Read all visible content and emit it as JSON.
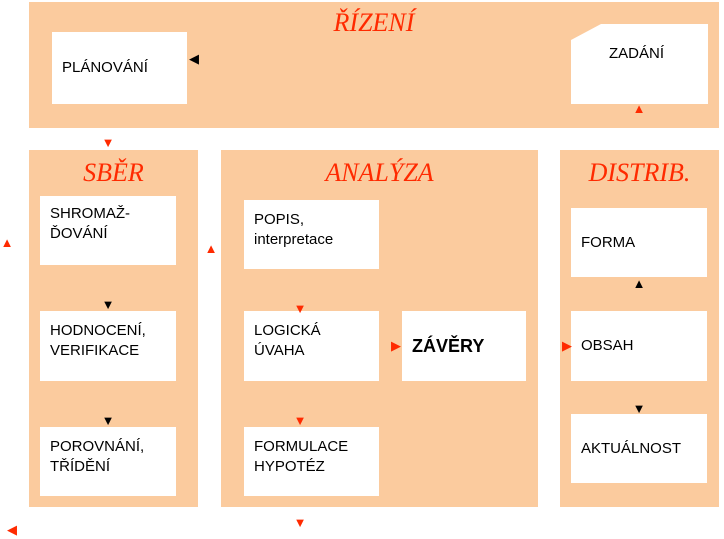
{
  "panels": {
    "rizeni": "ŘÍZENÍ",
    "sber": "SBĚR",
    "analyza": "ANALÝZA",
    "distrib": "DISTRIB."
  },
  "boxes": {
    "planovani": [
      "PLÁNOVÁNÍ"
    ],
    "zadani": [
      "ZADÁNÍ"
    ],
    "shromazdovani": [
      "SHROMAŽ-",
      "ĎOVÁNÍ"
    ],
    "hodnoceni": [
      "HODNOCENÍ,",
      "VERIFIKACE"
    ],
    "porovnani": [
      "POROVNÁNÍ,",
      "TŘÍDĚNÍ"
    ],
    "popis": [
      "POPIS,",
      "interpretace"
    ],
    "logicka": [
      "LOGICKÁ",
      "ÚVAHA"
    ],
    "formulace": [
      "FORMULACE",
      "HYPOTÉZ"
    ],
    "zavery": [
      "ZÁVĚRY"
    ],
    "forma": [
      "FORMA"
    ],
    "obsah": [
      "OBSAH"
    ],
    "aktualnost": [
      "AKTUÁLNOST"
    ]
  },
  "colors": {
    "panel": "#FBCB9E",
    "title": "#FF2A00",
    "arrow_red": "#FF2A00",
    "arrow_black": "#000000"
  }
}
